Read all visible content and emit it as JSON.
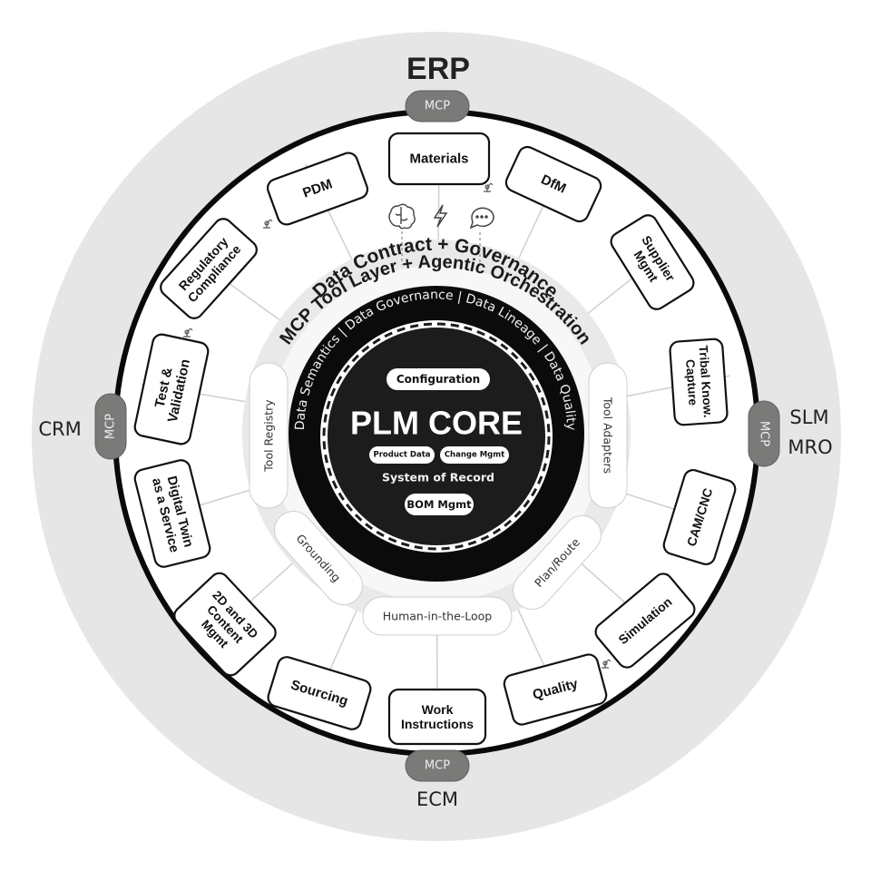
{
  "header": {
    "erp": "ERP"
  },
  "connectors": {
    "top": "MCP",
    "left": "MCP",
    "right": "MCP",
    "bottom": "MCP"
  },
  "external_systems": {
    "crm": "CRM",
    "slm": "SLM",
    "mro": "MRO",
    "ecm": "ECM"
  },
  "modules": [
    {
      "id": "materials",
      "lines": [
        "Materials"
      ]
    },
    {
      "id": "dfm",
      "lines": [
        "DfM"
      ]
    },
    {
      "id": "supplier-mgmt",
      "lines": [
        "Supplier",
        "Mgmt"
      ]
    },
    {
      "id": "tribal-knowledge-capture",
      "lines": [
        "Tribal Know.",
        "Capture"
      ]
    },
    {
      "id": "cam-cnc",
      "lines": [
        "CAM/CNC"
      ]
    },
    {
      "id": "simulation",
      "lines": [
        "Simulation"
      ]
    },
    {
      "id": "quality",
      "lines": [
        "Quality"
      ]
    },
    {
      "id": "work-instructions",
      "lines": [
        "Work",
        "Instructions"
      ]
    },
    {
      "id": "sourcing",
      "lines": [
        "Sourcing"
      ]
    },
    {
      "id": "content-mgmt",
      "lines": [
        "2D and 3D",
        "Content",
        "Mgmt"
      ]
    },
    {
      "id": "digital-twin",
      "lines": [
        "Digital Twin",
        "as a Service"
      ]
    },
    {
      "id": "test-validation",
      "lines": [
        "Test &",
        "Validation"
      ]
    },
    {
      "id": "regulatory-compliance",
      "lines": [
        "Regulatory",
        "Compliance"
      ]
    },
    {
      "id": "pdm",
      "lines": [
        "PDM"
      ]
    }
  ],
  "orchestration": {
    "tool_registry": "Tool Registry",
    "tool_adapters": "Tool Adapters",
    "grounding": "Grounding",
    "plan_route": "Plan/Route",
    "human_in_the_loop": "Human-in-the-Loop"
  },
  "arc_labels": {
    "data_contract": "Data Contract + Governance",
    "mcp_tool_layer": "MCP Tool Layer + Agentic Orchestration",
    "data_ring": "Data Semantics | Data Governance | Data Lineage | Data Quality"
  },
  "core": {
    "title": "PLM CORE",
    "configuration": "Configuration",
    "product_data": "Product Data",
    "change_mgmt": "Change Mgmt",
    "system_of_record": "System of Record",
    "bom_mgmt": "BOM Mgmt"
  },
  "icons": [
    "brain-icon",
    "lightning-icon",
    "chat-bubble-icon",
    "robot-arm-icon"
  ]
}
